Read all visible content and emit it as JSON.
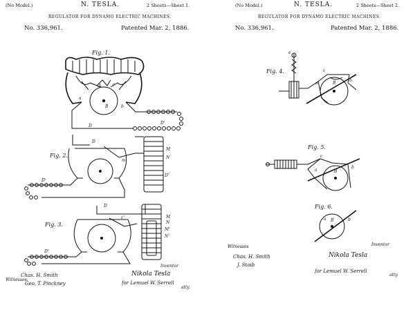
{
  "sheet1": {
    "model": "(No Model.)",
    "inventor": "N. TESLA.",
    "sheets": "2 Sheets—Sheet 1.",
    "title": "REGULATOR FOR DYNAMO ELECTRIC MACHINES.",
    "number": "No. 336,961.",
    "patented": "Patented Mar. 2, 1886.",
    "figures": {
      "fig1": "Fig. 1.",
      "fig2": "Fig. 2.",
      "fig3": "Fig. 3."
    },
    "labels": {
      "A1": "A",
      "B1": "B",
      "a1": "a",
      "b1": "b",
      "c1": "c",
      "D1": "D",
      "D1b": "D'",
      "M2": "M",
      "N2": "N",
      "m2": "m",
      "D2": "D",
      "D2b": "D'",
      "D2c": "D'",
      "M3": "M",
      "N3": "N",
      "M3b": "M'",
      "N3b": "N'",
      "D3": "D",
      "D3b": "D'",
      "c3": "c'"
    },
    "witnesses_label": "Witnesses:",
    "witness1": "Chas. H. Smith",
    "witness2": "Geo. T. Pinckney",
    "inventor_label": "Inventor",
    "signature": "Nikola Tesla",
    "attorney": "for Lemuel W. Serrell",
    "attorney_suffix": "atty."
  },
  "sheet2": {
    "model": "(No Model.)",
    "inventor": "N. TESLA.",
    "sheets": "2 Sheets—Sheet 2.",
    "title": "REGULATOR FOR DYNAMO ELECTRIC MACHINES.",
    "number": "No. 336,961.",
    "patented": "Patented Mar. 2, 1886.",
    "figures": {
      "fig4": "Fig. 4.",
      "fig5": "Fig. 5.",
      "fig6": "Fig. 6."
    },
    "labels": {
      "e4": "e",
      "c4": "c",
      "a4": "a",
      "b4": "b",
      "B4": "B",
      "c5": "c",
      "a5": "a",
      "b5": "b",
      "B5": "B",
      "a6": "a",
      "B6": "B",
      "b6": "b"
    },
    "witnesses_label": "Witnesses",
    "witness1": "Chas. H. Smith",
    "witness2": "J. Staib",
    "inventor_label": "Inventor",
    "signature": "Nikola Tesla",
    "attorney": "for Lemuel W. Serrell",
    "attorney_suffix": "atty."
  }
}
